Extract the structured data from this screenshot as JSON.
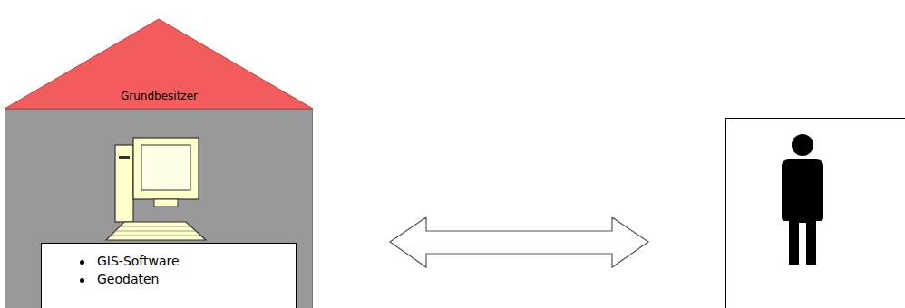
{
  "diagram": {
    "nodes": [
      {
        "text": [
          "Grundbesitzer"
        ]
      },
      {
        "text": [
          "GIS-Software",
          "Geodaten"
        ],
        "in": 0
      }
    ]
  }
}
